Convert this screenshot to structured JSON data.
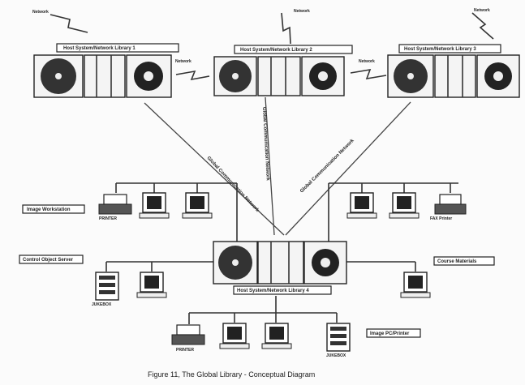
{
  "libraries": {
    "left": "Host System/Network Library 1",
    "center": "Host System/Network Library 2",
    "right": "Host System/Network Library 3",
    "bottom": "Host System/Network Library 4"
  },
  "network_labels": [
    "Network",
    "Network",
    "Network",
    "Network",
    "Network"
  ],
  "wan_labels": [
    "Global Communication Network",
    "Global Communication Network",
    "Global Communication Network"
  ],
  "side_labels": {
    "image": "Image Workstation",
    "control": "Control Object Server",
    "course": "Course Materials",
    "image_pc": "Image PC/Printer"
  },
  "device_labels": [
    "PRINTER",
    "JUKEBOX",
    "FAX Printer",
    "PRINTER",
    "JUKEBOX"
  ],
  "caption": "Figure 11,   The Global Library - Conceptual Diagram"
}
